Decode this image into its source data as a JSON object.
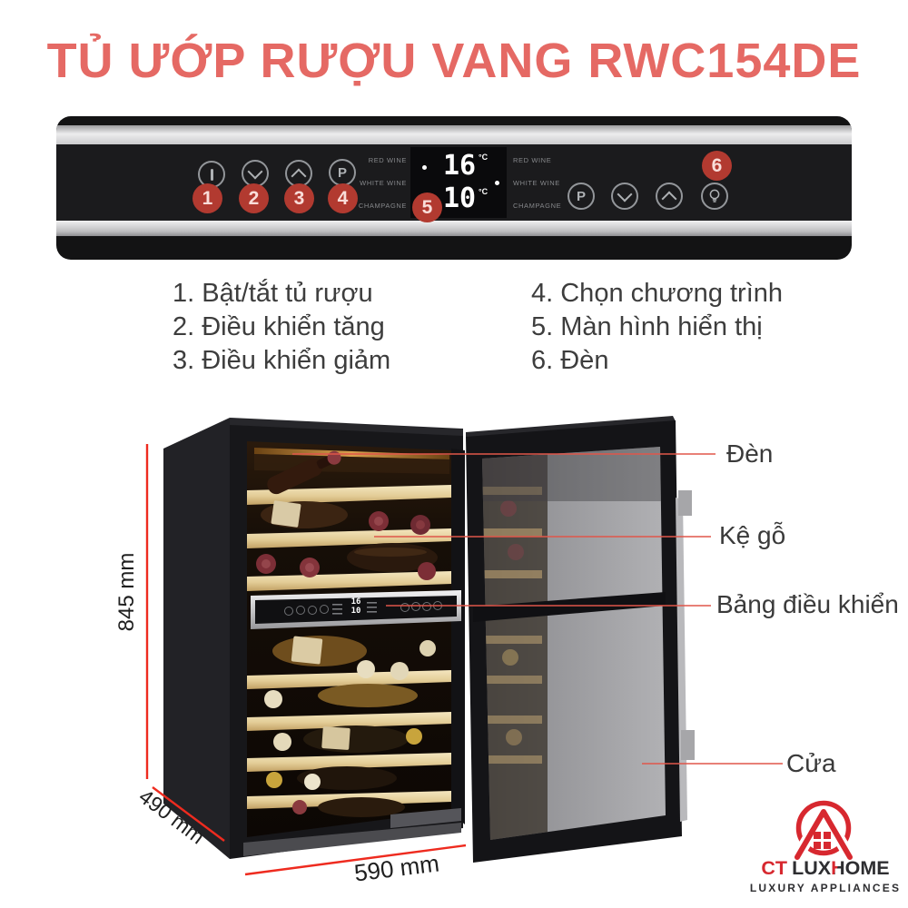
{
  "title": "TỦ ƯỚP RƯỢU VANG RWC154DE",
  "colors": {
    "title_coral": "#E56964",
    "marker_red": "#B23A30",
    "callout_line_red": "#E0564A",
    "dimension_line_red": "#EE2B1F",
    "logo_red": "#D7282F",
    "panel_black": "#1B1B1D",
    "panel_silver": "#D9D9DB",
    "shelf_wood": "#E9D8AC"
  },
  "panel": {
    "program_letter": "P",
    "zone_labels": [
      "RED WINE",
      "WHITE WINE",
      "CHAMPAGNE"
    ],
    "display": {
      "upper_value": "16",
      "lower_value": "10",
      "unit": "°C"
    },
    "markers": [
      "1",
      "2",
      "3",
      "4",
      "5",
      "6"
    ],
    "button_icons_left": [
      "power-icon",
      "chevron-down-icon",
      "chevron-up-icon",
      "program-button"
    ],
    "button_icons_right": [
      "program-button",
      "chevron-down-icon",
      "chevron-up-icon",
      "light-icon"
    ]
  },
  "legend": {
    "left": [
      "1. Bật/tắt tủ rượu",
      "2. Điều khiển tăng",
      "3. Điều khiển giảm"
    ],
    "right": [
      "4. Chọn chương trình",
      "5. Màn hình hiển thị",
      "6. Đèn"
    ]
  },
  "product": {
    "callouts": {
      "light": "Đèn",
      "shelf": "Kệ gỗ",
      "control_panel": "Bảng điều khiển",
      "door": "Cửa"
    },
    "dimensions": {
      "height": "845 mm",
      "depth": "490 mm",
      "width": "590 mm"
    }
  },
  "logo": {
    "ct": "CT",
    "lux": "LUX",
    "h": "H",
    "ome": "OME",
    "tagline": "LUXURY APPLIANCES"
  }
}
